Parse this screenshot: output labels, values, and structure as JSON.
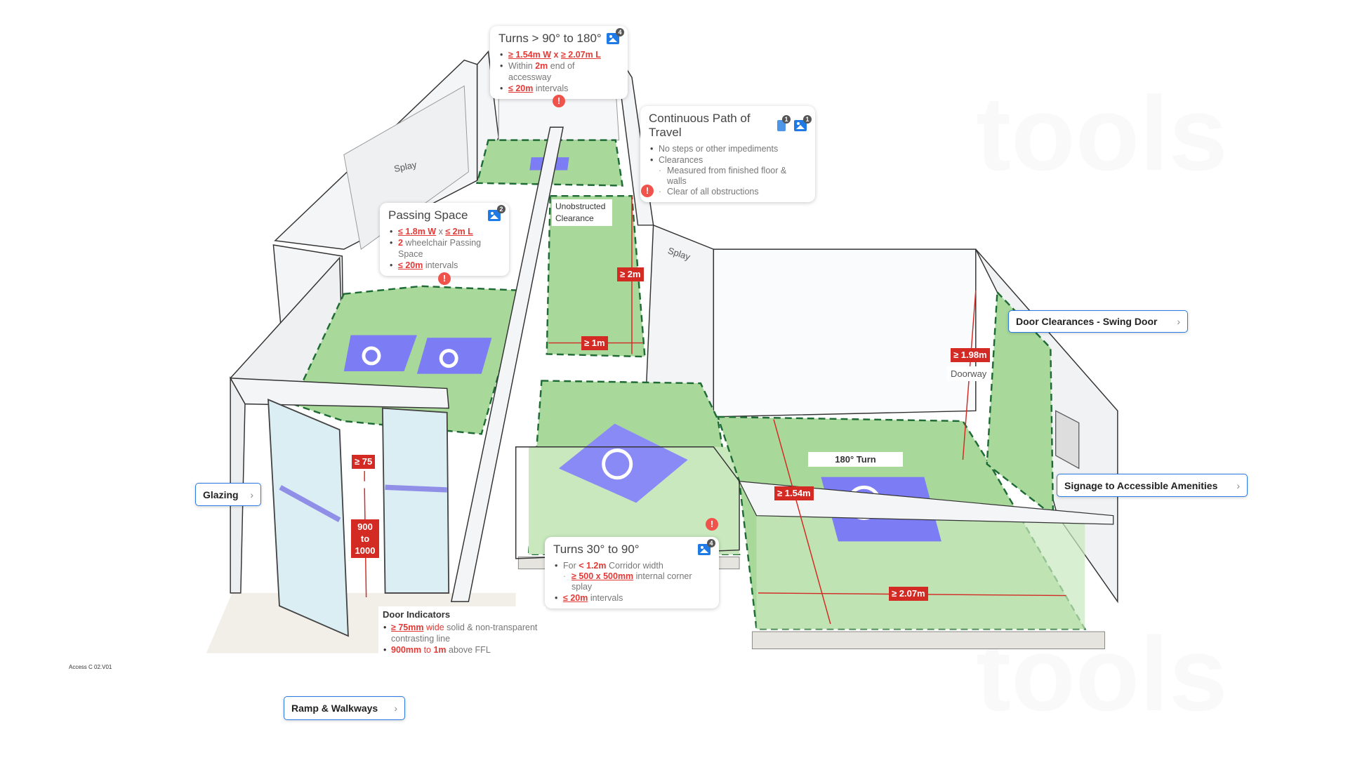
{
  "version_label": "Access C 02.V01",
  "watermark": "tools",
  "cards": {
    "turns_180": {
      "title": "Turns > 90° to 180°",
      "image_count": "4",
      "bullets": [
        {
          "segments": [
            {
              "t": "≥ 1.54m W",
              "s": "red-u"
            },
            {
              "t": " x ",
              "s": "red"
            },
            {
              "t": "≥ 2.07m L",
              "s": "red-u"
            }
          ]
        },
        {
          "segments": [
            {
              "t": "Within ",
              "s": ""
            },
            {
              "t": "2m",
              "s": "red"
            },
            {
              "t": " end of accessway",
              "s": ""
            }
          ]
        },
        {
          "segments": [
            {
              "t": "≤ 20m",
              "s": "red-u"
            },
            {
              "t": " intervals",
              "s": ""
            }
          ]
        }
      ]
    },
    "continuous_path": {
      "title": "Continuous Path of Travel",
      "calc_count": "1",
      "image_count": "1",
      "bullets": [
        {
          "segments": [
            {
              "t": "No steps or other impediments",
              "s": ""
            }
          ]
        },
        {
          "segments": [
            {
              "t": "Clearances",
              "s": ""
            }
          ]
        },
        {
          "sub": true,
          "segments": [
            {
              "t": "Measured from finished floor & walls",
              "s": ""
            }
          ]
        },
        {
          "sub": true,
          "segments": [
            {
              "t": "Clear of all obstructions",
              "s": ""
            }
          ]
        }
      ]
    },
    "passing_space": {
      "title": "Passing Space",
      "image_count": "2",
      "bullets": [
        {
          "segments": [
            {
              "t": "≤ 1.8m W",
              "s": "red-u"
            },
            {
              "t": " x ",
              "s": ""
            },
            {
              "t": "≤ 2m L",
              "s": "red-u"
            }
          ]
        },
        {
          "segments": [
            {
              "t": "2",
              "s": "red"
            },
            {
              "t": " wheelchair Passing Space",
              "s": ""
            }
          ]
        },
        {
          "segments": [
            {
              "t": "≤ 20m",
              "s": "red-u"
            },
            {
              "t": " intervals",
              "s": ""
            }
          ]
        }
      ]
    },
    "turns_90": {
      "title": "Turns 30° to 90°",
      "image_count": "4",
      "bullets": [
        {
          "segments": [
            {
              "t": "For ",
              "s": ""
            },
            {
              "t": "< 1.2m",
              "s": "red"
            },
            {
              "t": " Corridor width",
              "s": ""
            }
          ]
        },
        {
          "sub": true,
          "segments": [
            {
              "t": "≥ 500 x 500mm",
              "s": "red-u"
            },
            {
              "t": " internal corner splay",
              "s": ""
            }
          ]
        },
        {
          "segments": [
            {
              "t": "≤ 20m",
              "s": "red-u"
            },
            {
              "t": " intervals",
              "s": ""
            }
          ]
        }
      ]
    }
  },
  "door_indicators": {
    "heading": "Door Indicators",
    "bullets": [
      {
        "segments": [
          {
            "t": "≥ 75mm",
            "s": "red-u"
          },
          {
            "t": " wide",
            "s": "redn"
          },
          {
            "t": " solid & non-transparent contrasting line",
            "s": ""
          }
        ]
      },
      {
        "segments": [
          {
            "t": "900mm",
            "s": "red"
          },
          {
            "t": " to ",
            "s": "redn"
          },
          {
            "t": "1m",
            "s": "red"
          },
          {
            "t": " above FFL",
            "s": ""
          }
        ]
      }
    ]
  },
  "nav_buttons": {
    "glazing": "Glazing",
    "ramp": "Ramp & Walkways",
    "door_clearances": "Door Clearances - Swing Door",
    "signage": "Signage to Accessible Amenities",
    "chevron": "›"
  },
  "dimensions": {
    "min_2m": "≥ 2m",
    "min_1m": "≥ 1m",
    "min_198": "≥ 1.98m",
    "doorway": "Doorway",
    "turn_180": "180° Turn",
    "min_154": "≥ 1.54m",
    "min_207": "≥ 2.07m",
    "min_75": "≥ 75",
    "range_900": "900\nto\n1000",
    "unobstructed": "Unobstructed\nClearance",
    "splay": "Splay"
  },
  "warning_glyph": "!",
  "colors": {
    "floor_green": "#a8d89a",
    "floor_green_light": "#c9e8be",
    "dash_green": "#1f6b35",
    "wheelchair_blue": "#7c7cf4",
    "dimension_red": "#d42a24",
    "accent_blue": "#2a7be4"
  }
}
